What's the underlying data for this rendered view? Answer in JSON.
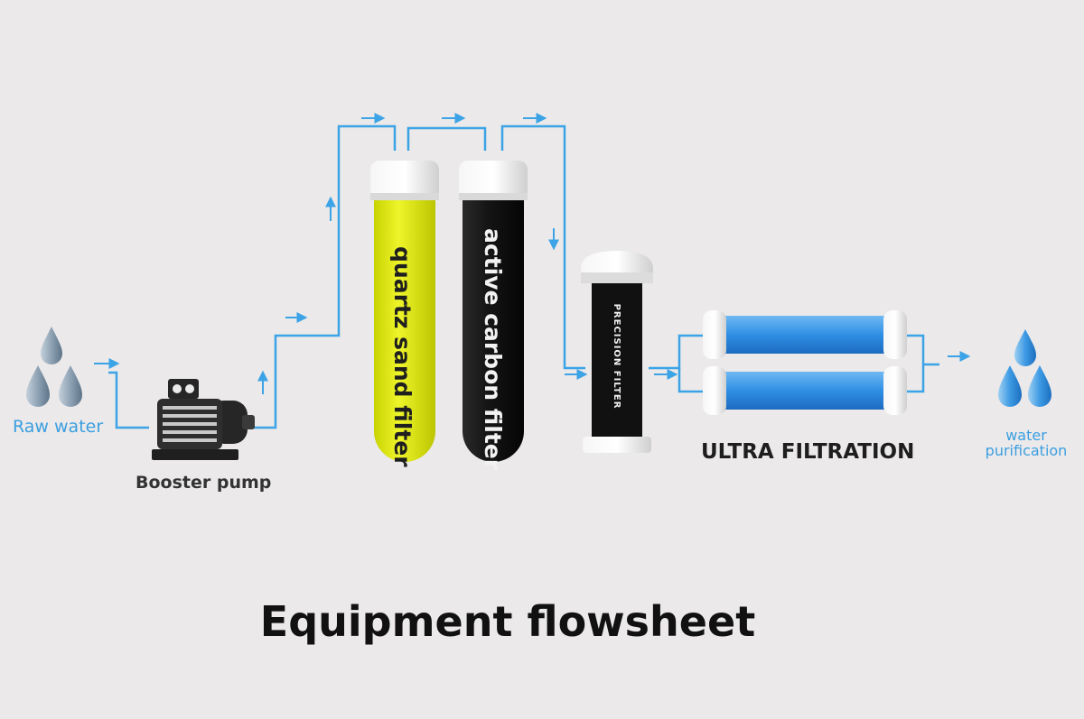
{
  "labels": {
    "raw_water": "Raw water",
    "booster_pump": "Booster pump",
    "quartz_sand_filter": "quartz sand filter",
    "active_carbon_filter": "active carbon filter",
    "precision_filter": "PRECISION FILTER",
    "ultra_filtration": "ULTRA FILTRATION",
    "water_purification": "water purification"
  },
  "title": "Equipment flowsheet",
  "colors": {
    "background": "#ebe9ea",
    "pipe": "#3ba3e6",
    "quartz": "#e5ee10",
    "carbon": "#141414",
    "ultra": "#2f8fe4",
    "droplet": "#4aa8ea"
  },
  "icons": [
    "droplet-icon",
    "pump-icon",
    "arrow-icon"
  ]
}
